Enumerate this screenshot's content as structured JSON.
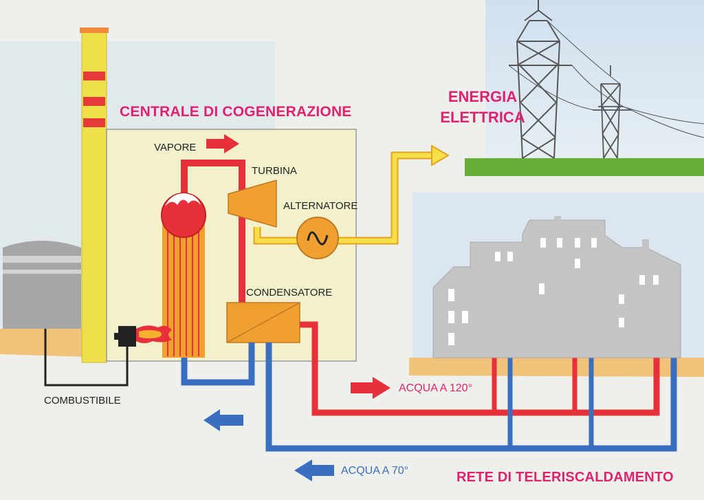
{
  "title": "CENTRALE DI COGENERAZIONE",
  "labels": {
    "vapore": "VAPORE",
    "turbina": "TURBINA",
    "alternatore": "ALTERNATORE",
    "condensatore": "CONDENSATORE",
    "combustibile": "COMBUSTIBILE",
    "energia_line1": "ENERGIA",
    "energia_line2": "ELETTRICA",
    "acqua_calda": "ACQUA A 120°",
    "acqua_fredda": "ACQUA A 70°",
    "rete": "RETE DI TELERISCALDAMENTO"
  },
  "colors": {
    "accent_text": "#e0226e",
    "hot_water": "#e8303a",
    "cold_water": "#3a6fc0",
    "electricity": "#f5e04a",
    "ground": "#f0c27a",
    "grass": "#6aae3a",
    "building": "#c4c4c4",
    "plant_box": "#f3f0cc",
    "turbine": "#f0a030"
  },
  "icons": {
    "alternator": "sine-wave-icon",
    "burner": "flame-icon",
    "pylon": "power-pylon-icon"
  }
}
